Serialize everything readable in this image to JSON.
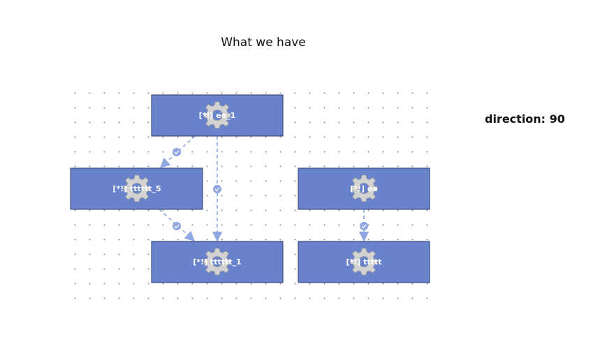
{
  "title": "What we have",
  "direction_label": "direction: 90",
  "colors": {
    "node_fill": "#6882cb",
    "node_stroke": "#2a3a6a",
    "edge": "#8fa6e0",
    "grid_dot": "#8d8d8d",
    "gear": "#cfcfcf"
  },
  "nodes": [
    {
      "id": "ee_1",
      "label": "[*!] ee_1",
      "icon": "gear-icon"
    },
    {
      "id": "ttttttt_5",
      "label": "[*!] tttttt_5",
      "icon": "gear-icon"
    },
    {
      "id": "ttttttt_1",
      "label": "[*!] tttttt_1",
      "icon": "gear-icon"
    },
    {
      "id": "ee",
      "label": "[*!] ee",
      "icon": "gear-icon"
    },
    {
      "id": "ttttt",
      "label": "[*!] ttttt",
      "icon": "gear-icon"
    }
  ],
  "edges": [
    {
      "from": "ee_1",
      "to": "ttttttt_5",
      "style": "dashed",
      "marker": "check-icon"
    },
    {
      "from": "ee_1",
      "to": "ttttttt_1",
      "style": "dashed",
      "marker": "check-icon"
    },
    {
      "from": "ttttttt_5",
      "to": "ttttttt_1",
      "style": "dashed",
      "marker": "check-icon"
    },
    {
      "from": "ee",
      "to": "ttttt",
      "style": "dashed",
      "marker": "check-icon"
    }
  ]
}
